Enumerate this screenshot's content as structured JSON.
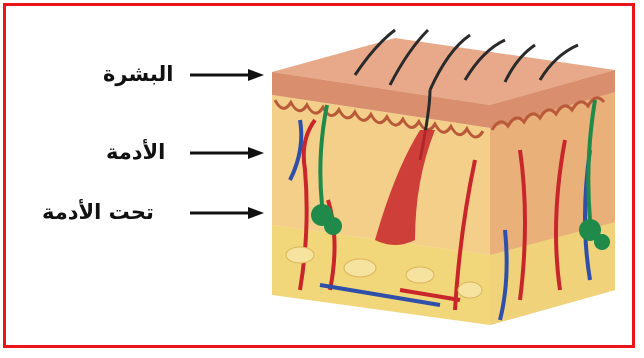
{
  "diagram": {
    "labels": [
      {
        "id": "epidermis",
        "text": "البشرة"
      },
      {
        "id": "dermis",
        "text": "الأدمة"
      },
      {
        "id": "hypodermis",
        "text": "تحت الأدمة"
      }
    ],
    "colors": {
      "frame": "#e8161b",
      "epidermis": "#e8a98a",
      "dermis": "#f4cf8a",
      "hypodermis": "#f1d77a",
      "vessel_red": "#c8262a",
      "vessel_blue": "#2f4fa8",
      "gland_green": "#1f8a4a",
      "hair": "#2a2a2a"
    }
  }
}
